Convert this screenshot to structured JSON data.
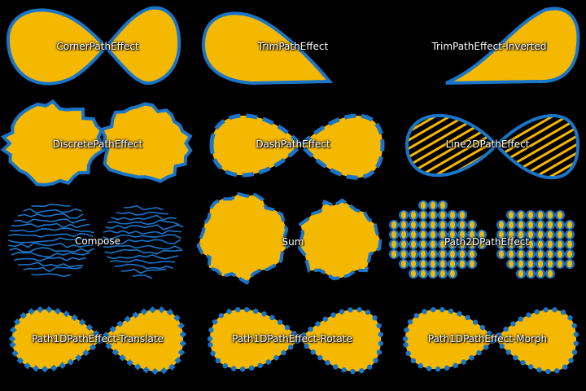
{
  "colors": {
    "fill": "#f5b800",
    "stroke": "#1a75c9",
    "background": "#000000"
  },
  "tiles": [
    {
      "id": "corner",
      "label": "CornerPathEffect"
    },
    {
      "id": "trim",
      "label": "TrimPathEffect"
    },
    {
      "id": "trim-inverted",
      "label": "TrimPathEffect-Inverted"
    },
    {
      "id": "discrete",
      "label": "DiscretePathEffect"
    },
    {
      "id": "dash",
      "label": "DashPathEffect"
    },
    {
      "id": "line2d",
      "label": "Line2DPathEffect"
    },
    {
      "id": "compose",
      "label": "Compose"
    },
    {
      "id": "sum",
      "label": "Sum"
    },
    {
      "id": "path2d",
      "label": "Path2DPathEffect"
    },
    {
      "id": "path1d-translate",
      "label": "Path1DPathEffect-Translate"
    },
    {
      "id": "path1d-rotate",
      "label": "Path1DPathEffect-Rotate"
    },
    {
      "id": "path1d-morph",
      "label": "Path1DPathEffect-Morph"
    }
  ]
}
